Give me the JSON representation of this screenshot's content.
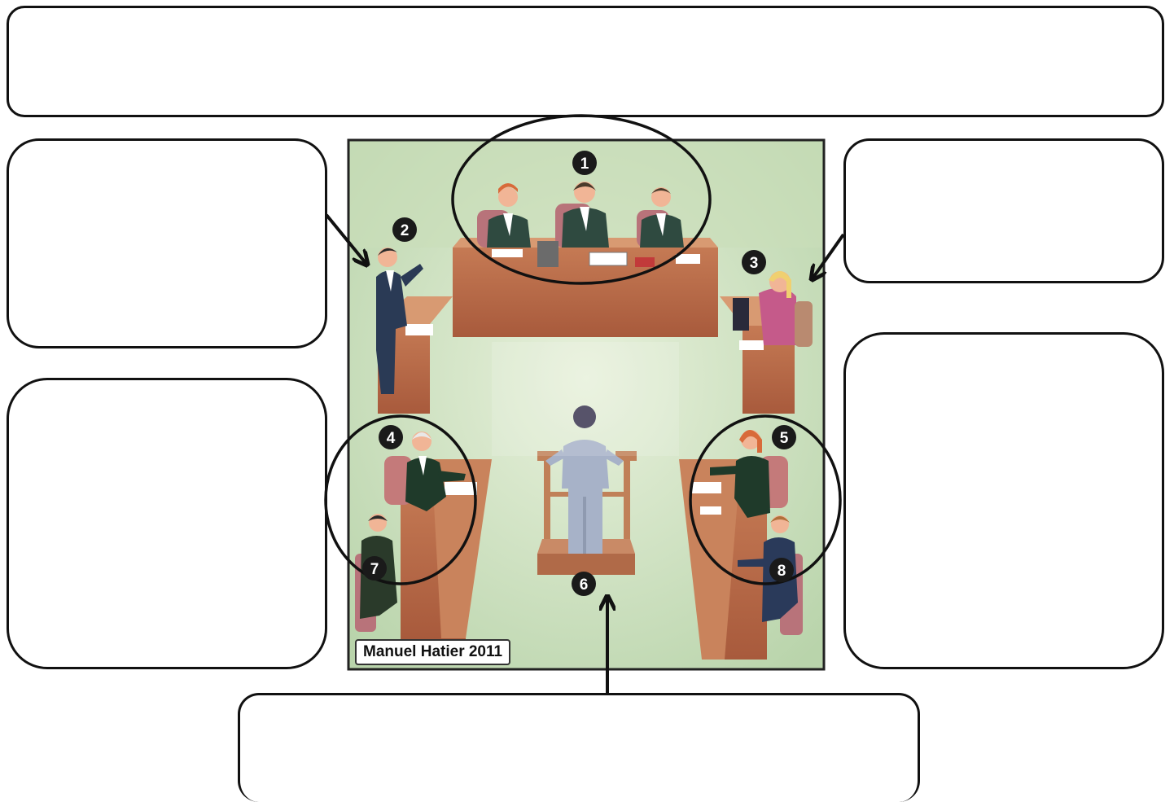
{
  "diagram": {
    "credit": "Manuel Hatier 2011",
    "markers": [
      "1",
      "2",
      "3",
      "4",
      "5",
      "6",
      "7",
      "8"
    ]
  },
  "answer_boxes": {
    "top": "",
    "left_upper": "",
    "left_lower": "",
    "right_upper": "",
    "right_lower": "",
    "bottom": ""
  }
}
